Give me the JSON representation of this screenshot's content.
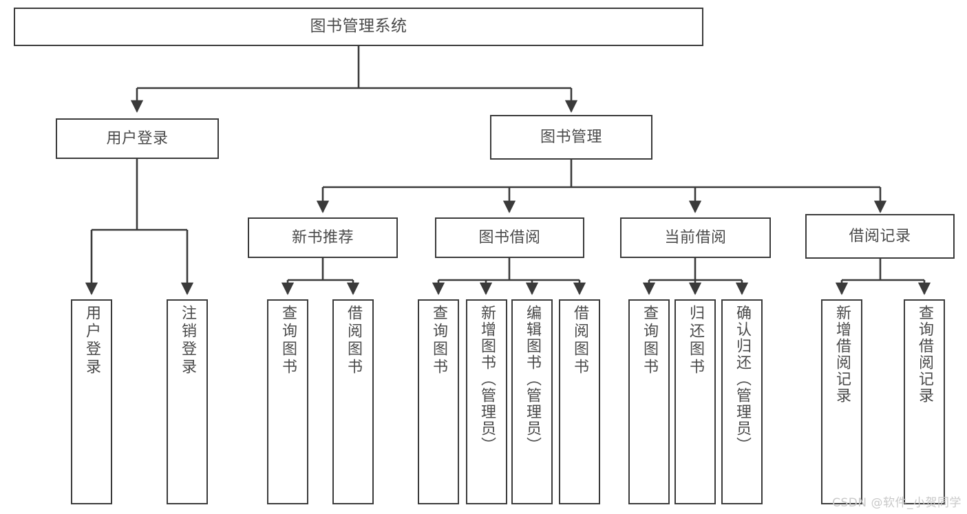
{
  "diagram": {
    "title": "图书管理系统",
    "type": "tree",
    "watermark": "CSDN @软件_小贺同学",
    "colors": {
      "box_border": "#3a3a3a",
      "box_fill": "#ffffff",
      "text": "#4a4a4a",
      "connector": "#3a3a3a",
      "watermark": "#c9c9c9"
    },
    "nodes": {
      "root": "图书管理系统",
      "level2": {
        "user_login": "用户登录",
        "book_manage": "图书管理"
      },
      "level3": {
        "new_book_recommend": "新书推荐",
        "book_borrow": "图书借阅",
        "current_borrow": "当前借阅",
        "borrow_record": "借阅记录"
      },
      "leaves": {
        "user_login": [
          "用户登录",
          "注销登录"
        ],
        "new_book_recommend": [
          "查询图书",
          "借阅图书"
        ],
        "book_borrow": [
          "查询图书",
          "新增图书（管理员）",
          "编辑图书（管理员）",
          "借阅图书"
        ],
        "current_borrow": [
          "查询图书",
          "归还图书",
          "确认归还（管理员）"
        ],
        "borrow_record": [
          "新增借阅记录",
          "查询借阅记录"
        ]
      }
    }
  }
}
